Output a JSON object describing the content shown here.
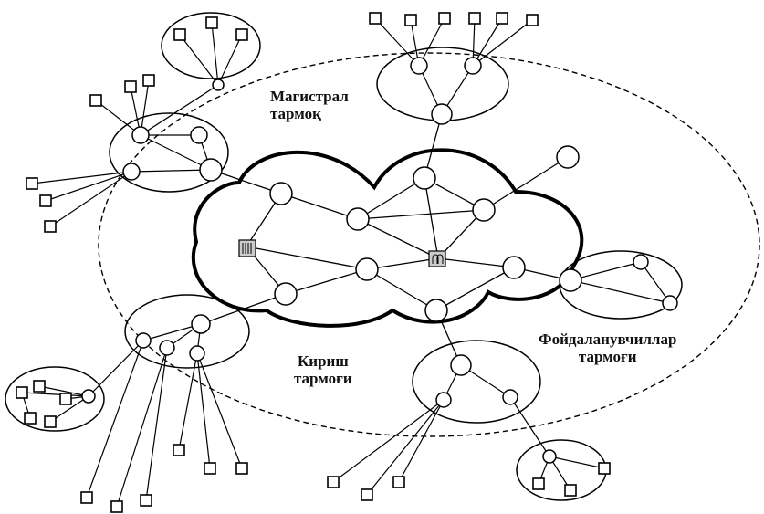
{
  "labels": {
    "backbone_line1": "Магистрал",
    "backbone_line2": "тармоқ",
    "access_line1": "Кириш",
    "access_line2": "тармоғи",
    "users_line1": "Фойдаланувчиллар",
    "users_line2": "тармоғи"
  },
  "colors": {
    "ink": "#000000",
    "node_fill": "#ffffff",
    "switch_fill": "#cccccc",
    "background": "#ffffff"
  },
  "icons": [
    "circle-node-icon",
    "square-terminal-icon",
    "switch-device-icon"
  ]
}
